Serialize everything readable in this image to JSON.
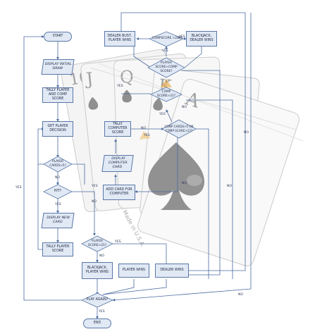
{
  "nodes": {
    "start": "START",
    "display_initial_draw": "DISPLAY INITIAL DRAW",
    "tally_player_comp_score": "TALLY PLAYER AND COMP SCORE",
    "get_player_decision": "GET PLAYER DECISION",
    "player_cards_gt5": "PLAYER CARDS>5?",
    "hit": "HIT?",
    "display_new_card": "DISPLAY NEW CARD",
    "tally_player_score": "TALLY PLAYER SCORE",
    "player_score_gt21": "PLAYER SCORE>21?",
    "blackjack_player_wins": "BLACKJACK, PLAYER WINS",
    "player_wins": "PLAYER WINS",
    "dealer_wins": "DEALER WINS",
    "play_again": "PLAY AGAIN?",
    "end": "END",
    "dealer_bust": "DEALER BUST, PLAYER WINS",
    "compscore_gt21": "COMPSCORE >21?",
    "blackjack_dealer_wins": "BLACKJACK, DEALER WINS",
    "player_score_cmp": "PLAYER SCORE>COMP SCORE?",
    "comp_score_gt21": "COMP SCORE>21?",
    "comp_cards_gt5": "COMP CARDS>5 OR COMP SCORE>17?",
    "tally_computer_score": "TALLY COMPUTER SCORE",
    "display_computer_card": "DISPLAY COMPUTER CARD",
    "add_card_computer": "ADD CARD FOR COMPUTER"
  },
  "labels": {
    "yes": "YES",
    "no": "NO"
  },
  "photo": {
    "card_ranks": [
      "10",
      "J",
      "Q",
      "K",
      "A"
    ],
    "imprint": "Made in U.S.A."
  },
  "colors": {
    "process_fill": "#e1e9f5",
    "process_border": "#5a77a6",
    "arrow": "#4a6aa0",
    "spade": "#8a8a8a"
  }
}
